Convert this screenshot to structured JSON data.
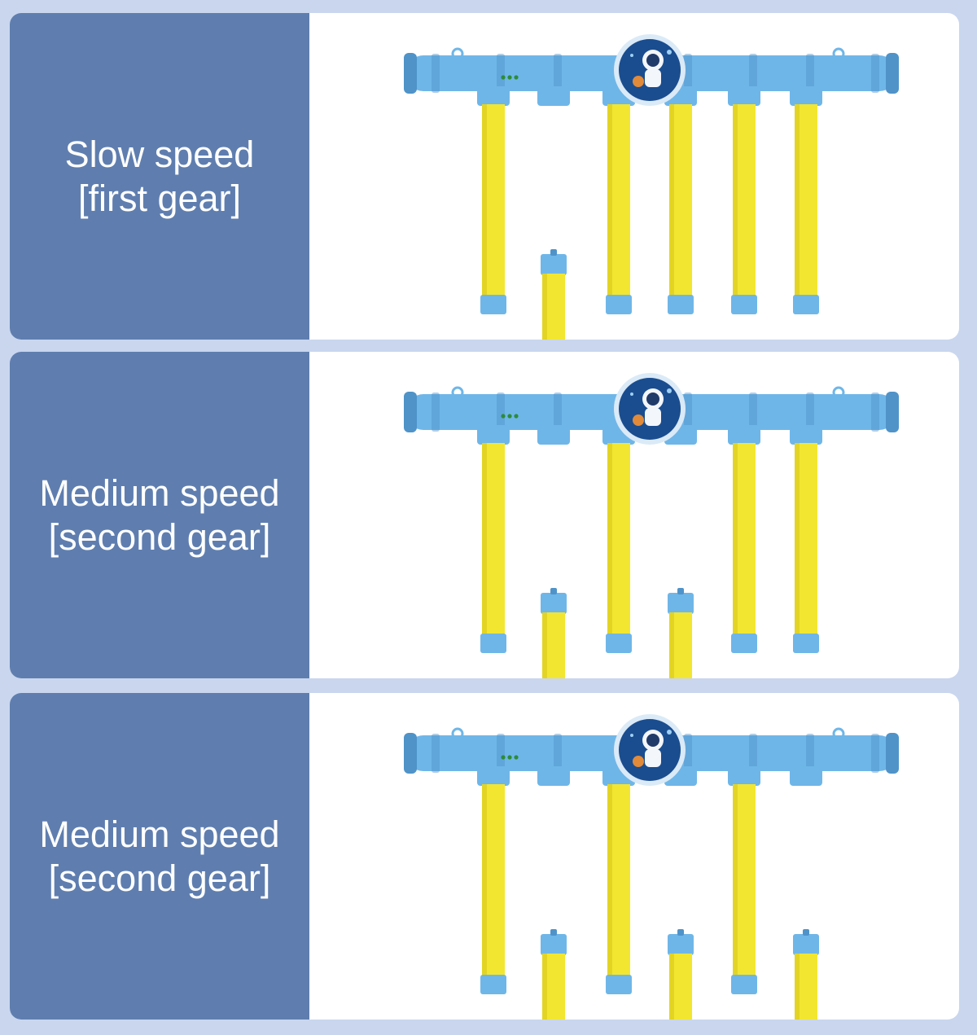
{
  "colors": {
    "background": "#c9d6ee",
    "label_panel": "#5f7eaf",
    "pipe_blue": "#6fb6e8",
    "tube_yellow": "#f2e630",
    "badge_dark": "#1a4d8f"
  },
  "panels": [
    {
      "label": "Slow speed\n[first gear]",
      "tubes": [
        "up",
        "down",
        "up",
        "up",
        "up",
        "up"
      ]
    },
    {
      "label": "Medium speed\n[second gear]",
      "tubes": [
        "up",
        "down",
        "up",
        "down",
        "up",
        "up"
      ]
    },
    {
      "label": "Medium speed\n[second gear]",
      "tubes": [
        "up",
        "down",
        "up",
        "down",
        "up",
        "down"
      ]
    }
  ],
  "illustration": {
    "icon": "astronaut-badge-icon",
    "indicator_lights": 3
  }
}
